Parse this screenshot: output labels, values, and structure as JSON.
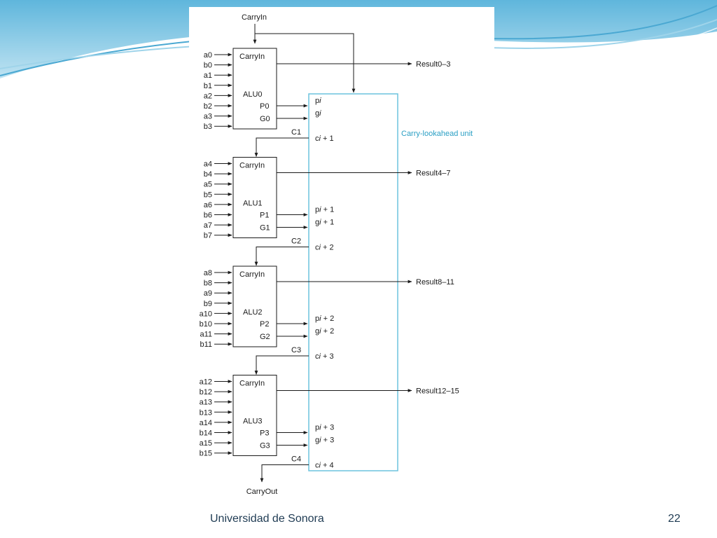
{
  "diagram": {
    "top_input": "CarryIn",
    "cla_title": "Carry-lookahead unit",
    "carry_out": "CarryOut",
    "alus": [
      {
        "name": "ALU0",
        "inputs": [
          "a0",
          "b0",
          "a1",
          "b1",
          "a2",
          "b2",
          "a3",
          "b3"
        ],
        "carry_in": "CarryIn",
        "p": "P0",
        "g": "G0",
        "result": "Result0–3",
        "cla_p": [
          "p",
          ""
        ],
        "cla_g": [
          "g",
          ""
        ],
        "carry_wire": "C1",
        "cla_c": [
          "c",
          " + 1"
        ]
      },
      {
        "name": "ALU1",
        "inputs": [
          "a4",
          "b4",
          "a5",
          "b5",
          "a6",
          "b6",
          "a7",
          "b7"
        ],
        "carry_in": "CarryIn",
        "p": "P1",
        "g": "G1",
        "result": "Result4–7",
        "cla_p": [
          "p",
          " + 1"
        ],
        "cla_g": [
          "g",
          " + 1"
        ],
        "carry_wire": "C2",
        "cla_c": [
          "c",
          " + 2"
        ]
      },
      {
        "name": "ALU2",
        "inputs": [
          "a8",
          "b8",
          "a9",
          "b9",
          "a10",
          "b10",
          "a11",
          "b11"
        ],
        "carry_in": "CarryIn",
        "p": "P2",
        "g": "G2",
        "result": "Result8–11",
        "cla_p": [
          "p",
          " + 2"
        ],
        "cla_g": [
          "g",
          " + 2"
        ],
        "carry_wire": "C3",
        "cla_c": [
          "c",
          " + 3"
        ]
      },
      {
        "name": "ALU3",
        "inputs": [
          "a12",
          "b12",
          "a13",
          "b13",
          "a14",
          "b14",
          "a15",
          "b15"
        ],
        "carry_in": "CarryIn",
        "p": "P3",
        "g": "G3",
        "result": "Result12–15",
        "cla_p": [
          "p",
          " + 3"
        ],
        "cla_g": [
          "g",
          " + 3"
        ],
        "carry_wire": "C4",
        "cla_c": [
          "c",
          " + 4"
        ]
      }
    ],
    "index_symbol": "i"
  },
  "footer": {
    "organization": "Universidad de Sonora",
    "page_number": "22"
  },
  "colors": {
    "cla_box": "#6cc3de",
    "cla_text": "#2a9fc4",
    "wire": "#1a1a1a",
    "background_wave": "#7fc6e3",
    "footer_text": "#1f3b53"
  }
}
